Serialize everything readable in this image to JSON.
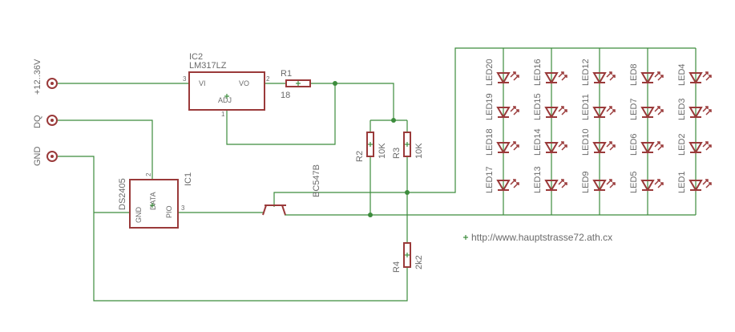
{
  "connectors": [
    {
      "label": "+12..36V"
    },
    {
      "label": "DQ"
    },
    {
      "label": "GND"
    }
  ],
  "ic2": {
    "name": "IC2",
    "value": "LM317LZ",
    "pin_vi": "VI",
    "pin_vo": "VO",
    "pin_adj": "ADJ",
    "pin_num_vi": "3",
    "pin_num_vo": "2",
    "pin_num_adj": "1"
  },
  "r1": {
    "name": "R1",
    "value": "18"
  },
  "r2": {
    "name": "R2",
    "value": "10K"
  },
  "r3": {
    "name": "R3",
    "value": "10K"
  },
  "r4": {
    "name": "R4",
    "value": "2k2"
  },
  "q1": {
    "value": "BC547B"
  },
  "ic1": {
    "name": "IC1",
    "value": "DS2405",
    "pin_gnd": "GND",
    "pin_data": "DATA",
    "pin_pio": "PIO",
    "pin_num_data": "2",
    "pin_num_pio": "3"
  },
  "leds": {
    "columns": [
      [
        "LED20",
        "LED19",
        "LED18",
        "LED17"
      ],
      [
        "LED16",
        "LED15",
        "LED14",
        "LED13"
      ],
      [
        "LED12",
        "LED11",
        "LED10",
        "LED9"
      ],
      [
        "LED8",
        "LED7",
        "LED6",
        "LED5"
      ],
      [
        "LED4",
        "LED3",
        "LED2",
        "LED1"
      ]
    ]
  },
  "url": "http://www.hauptstrasse72.ath.cx",
  "colors": {
    "wire": "#3c8c3c",
    "part": "#9a3a3a",
    "text": "#6a6a6a"
  }
}
